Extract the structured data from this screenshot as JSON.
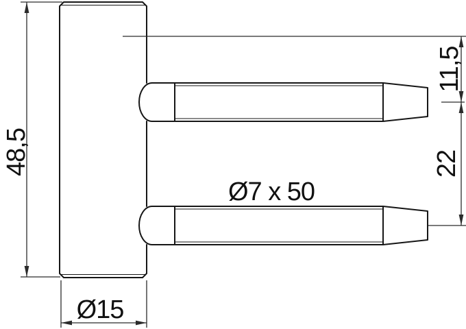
{
  "drawing": {
    "type": "technical-dimension-drawing",
    "labels": {
      "overall_height": "48,5",
      "base_diameter": "Ø15",
      "pin_size": "Ø7 x 50",
      "top_offset": "11,5",
      "pin_spacing": "22"
    },
    "colors": {
      "outline": "#161616",
      "dimension": "#2b2b2b",
      "text": "#111111",
      "background": "#ffffff"
    }
  }
}
